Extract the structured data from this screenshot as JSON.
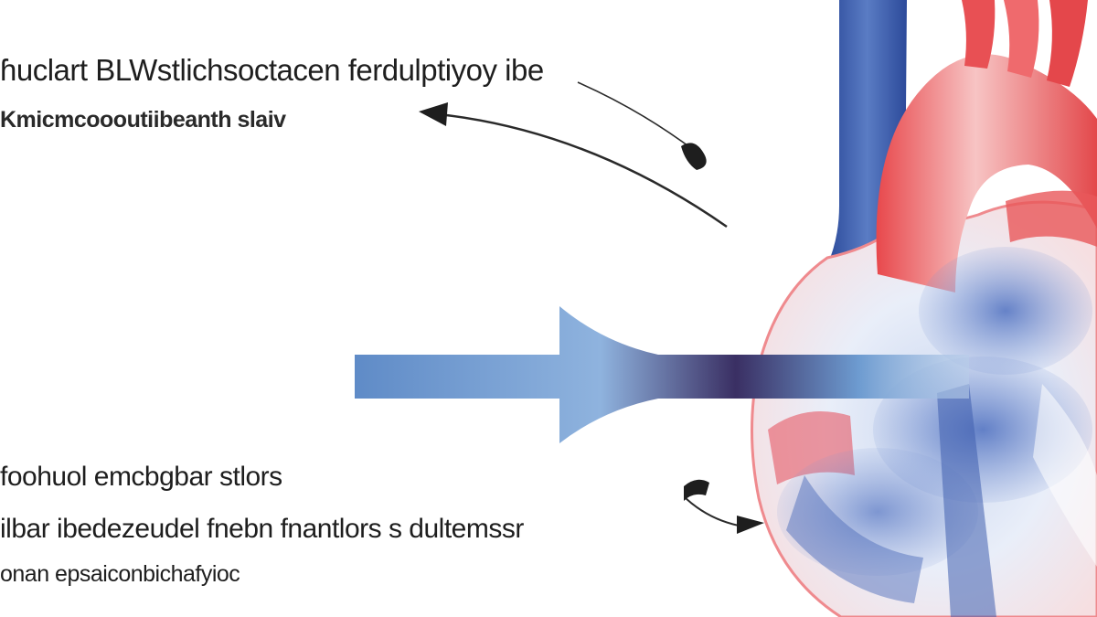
{
  "labels": {
    "top_line1": "ɦuclart BLWstlichsoctacen ferdulptiy​oy ibe",
    "top_line2": "Kmicmcoooutiibeanth slaiv",
    "bottom_line1": "foohuol emcbgbar stlors",
    "bottom_line2": "ilbar ibedezeudel fnebn fnantlors s dultemssr",
    "bottom_line3": "onan epsaiconbichafyioc"
  },
  "colors": {
    "vein_blue": "#3e5fae",
    "artery_red": "#e03a3f",
    "arrow_blue": "#6f9fd2",
    "arrow_dark": "#3a2f63",
    "text": "#1e1e1e"
  },
  "icons": [
    "heart-illustration",
    "pointer-arrow",
    "flow-arrow"
  ]
}
